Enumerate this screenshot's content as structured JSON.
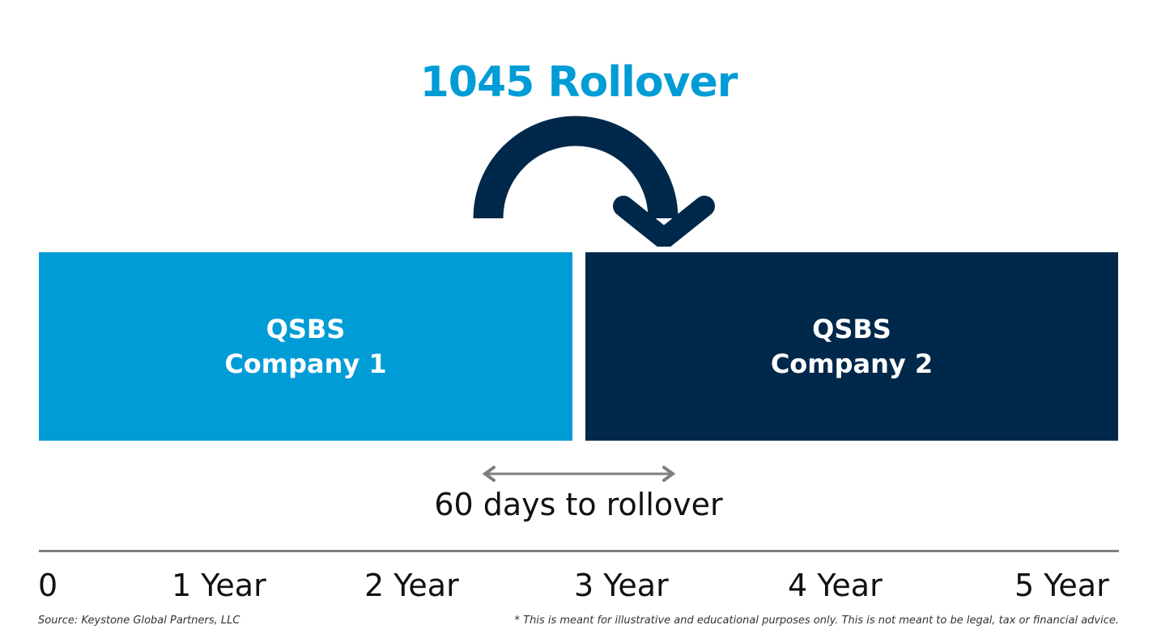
{
  "title": "1045 Rollover",
  "colors": {
    "accent": "#009cd6",
    "navy": "#00284a",
    "axis": "#7f7f7f"
  },
  "boxes": [
    {
      "line1": "QSBS",
      "line2": "Company 1"
    },
    {
      "line1": "QSBS",
      "line2": "Company 2"
    }
  ],
  "rollover_window": "60 days to rollover",
  "timeline": [
    "0",
    "1 Year",
    "2 Year",
    "3 Year",
    "4 Year",
    "5 Year"
  ],
  "source": "Source: Keystone Global Partners, LLC",
  "disclaimer": "* This is meant for illustrative and educational purposes only.  This is not meant to be legal, tax or financial advice."
}
